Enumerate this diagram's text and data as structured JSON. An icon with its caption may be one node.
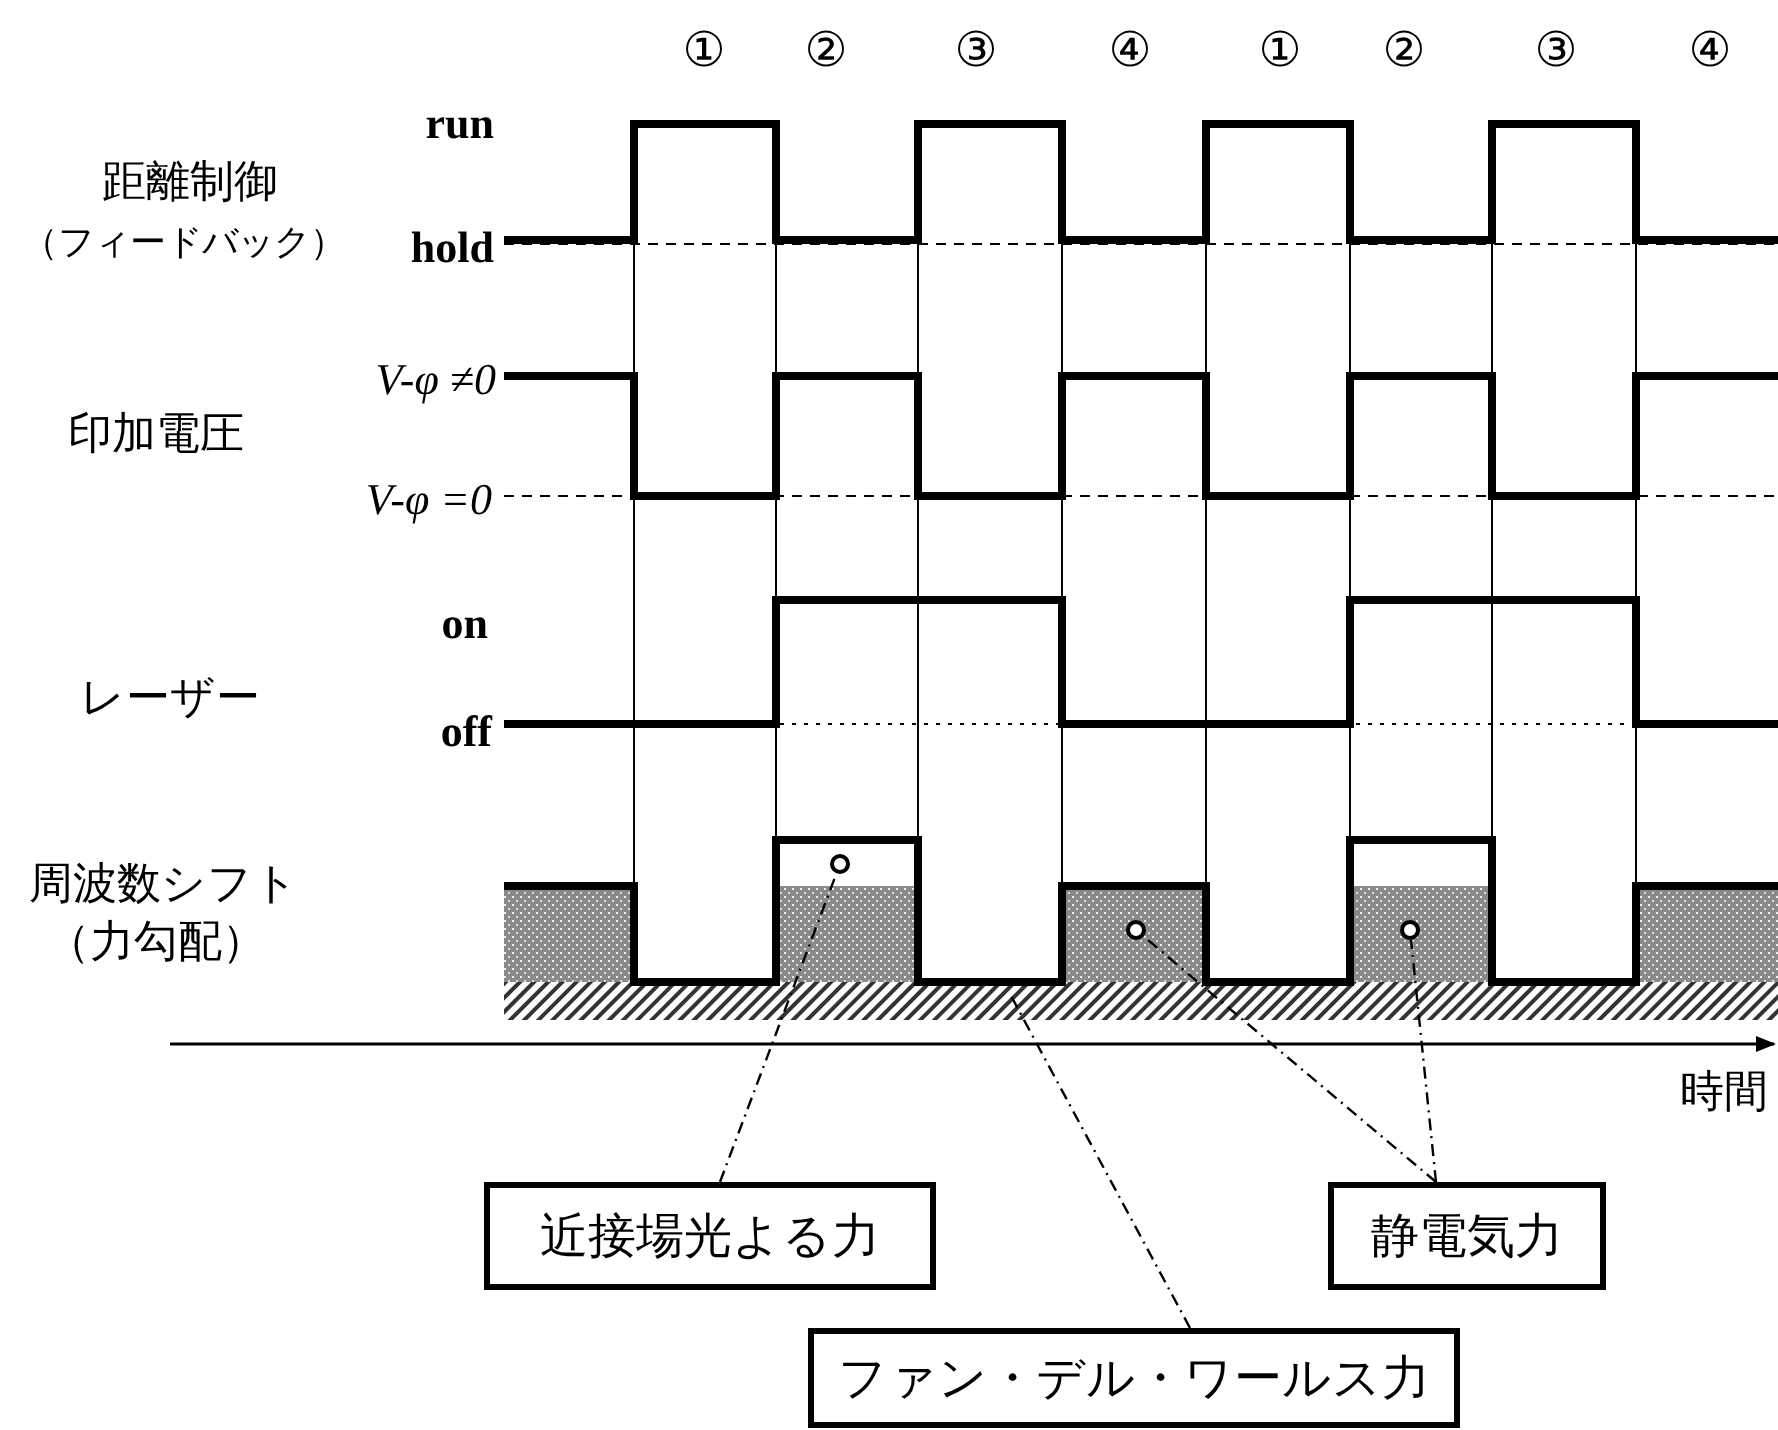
{
  "diagram": {
    "nodes": [
      {
        "text": [
          "近接場光よる力"
        ]
      },
      {
        "text": [
          "ファン・デル・ワールス力"
        ]
      },
      {
        "text": [
          "静電気力"
        ]
      },
      {
        "text": [],
        "shape": "circle"
      },
      {
        "text": [],
        "shape": "circle"
      },
      {
        "text": [],
        "shape": "circle"
      }
    ],
    "edges": [
      {
        "from": 0,
        "to": 3,
        "arrow": "none",
        "style": "dashed"
      },
      {
        "from": 1,
        "to": null,
        "arrow": "none",
        "style": "dashed"
      },
      {
        "from": 2,
        "to": 4,
        "arrow": "none",
        "style": "dashed"
      },
      {
        "from": 2,
        "to": 5,
        "arrow": "none",
        "style": "dashed"
      }
    ],
    "labels": [
      "①",
      "②",
      "③",
      "④",
      "①",
      "②",
      "③",
      "④",
      "run",
      "距離制御",
      "（フィードバック）",
      "hold",
      "V-φ ≠0",
      "印加電圧",
      "V-φ =0",
      "on",
      "レーザー",
      "off",
      "周波数シフト",
      "（力勾配）",
      "時間"
    ]
  }
}
